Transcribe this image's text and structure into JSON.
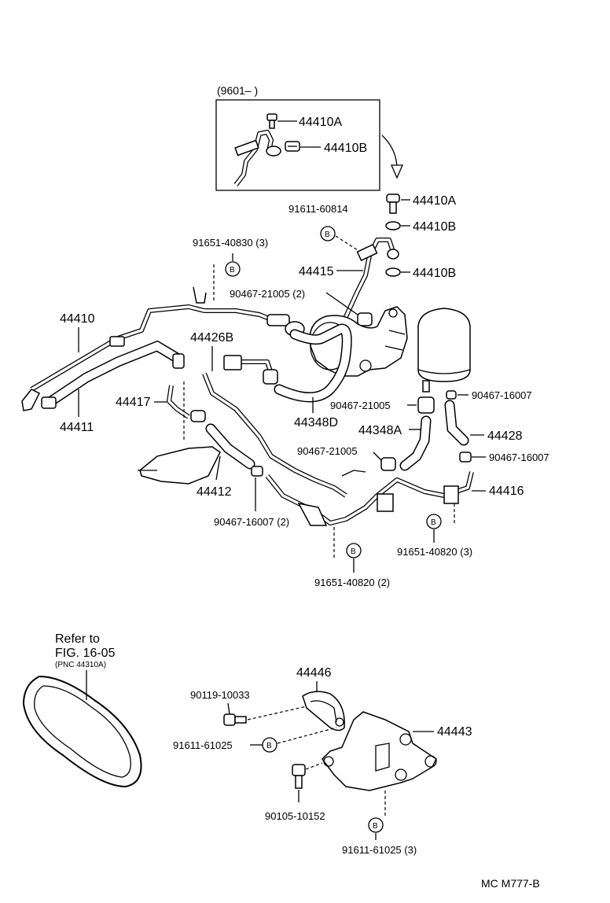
{
  "inset": {
    "label": "(9601–        )",
    "part_a": "44410A",
    "part_b": "44410B"
  },
  "labels": {
    "p44410A": "44410A",
    "p44410B_1": "44410B",
    "p44410B_2": "44410B",
    "p91611_60814": "91611-60814",
    "p91651_40830": "91651-40830 (3)",
    "p44415": "44415",
    "p90467_21005_a": "90467-21005 (2)",
    "p44410": "44410",
    "p44411": "44411",
    "p44426B": "44426B",
    "p44417": "44417",
    "p44348D": "44348D",
    "p90467_21005_b": "90467-21005",
    "p90467_16007_a": "90467-16007",
    "p44348A": "44348A",
    "p44428": "44428",
    "p90467_21005_c": "90467-21005",
    "p90467_16007_b": "90467-16007",
    "p44412": "44412",
    "p44416": "44416",
    "p90467_16007_c": "90467-16007 (2)",
    "p91651_40820_a": "91651-40820 (3)",
    "p91651_40820_b": "91651-40820 (2)",
    "p44446": "44446",
    "p90119_10033": "90119-10033",
    "p44443": "44443",
    "p91611_61025_a": "91611-61025",
    "p90105_10152": "90105-10152",
    "p91611_61025_b": "91611-61025 (3)"
  },
  "refer": {
    "line1": "Refer to",
    "line2": "FIG. 16-05",
    "line3": "(PNC 44310A)"
  },
  "symbol_b": "B",
  "footer": "MC  M777-B"
}
